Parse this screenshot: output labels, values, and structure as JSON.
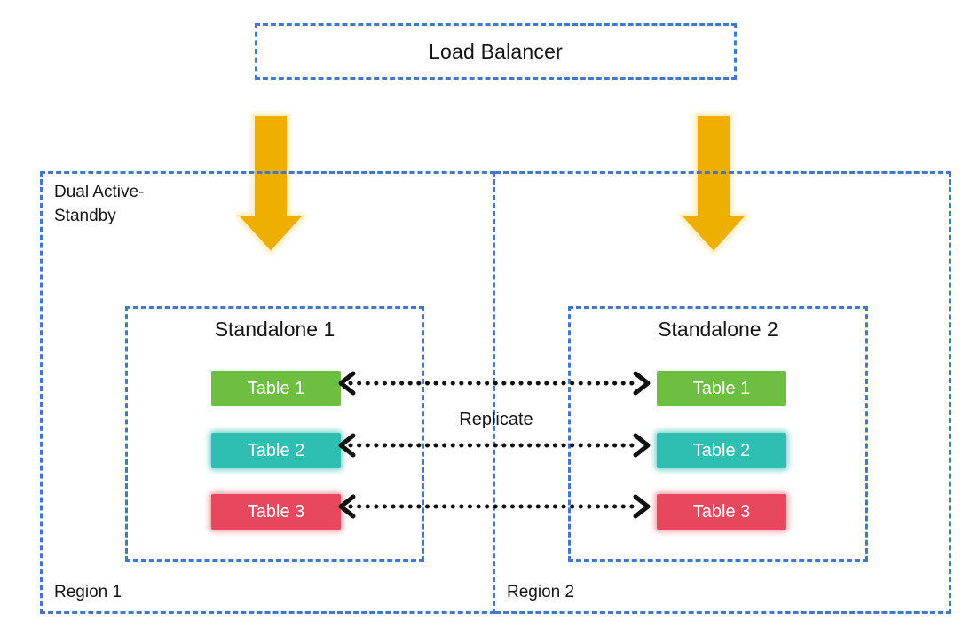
{
  "diagram": {
    "load_balancer": {
      "label": "Load Balancer"
    },
    "mode_label": "Dual Active-Standby",
    "replicate_label": "Replicate",
    "regions": [
      {
        "label": "Region 1",
        "standalone": {
          "title": "Standalone 1",
          "tables": [
            {
              "label": "Table 1",
              "color": "#6EBE41"
            },
            {
              "label": "Table 2",
              "color": "#2EBFB2"
            },
            {
              "label": "Table 3",
              "color": "#E8485E"
            }
          ]
        }
      },
      {
        "label": "Region 2",
        "standalone": {
          "title": "Standalone 2",
          "tables": [
            {
              "label": "Table 1",
              "color": "#6EBE41"
            },
            {
              "label": "Table 2",
              "color": "#2EBFB2"
            },
            {
              "label": "Table 3",
              "color": "#E8485E"
            }
          ]
        }
      }
    ],
    "colors": {
      "border_blue": "#4377C8",
      "arrow_gold": "#EEAF00",
      "replicate_arrow_black": "#111111",
      "table_text_white": "#FFFFFF"
    }
  }
}
